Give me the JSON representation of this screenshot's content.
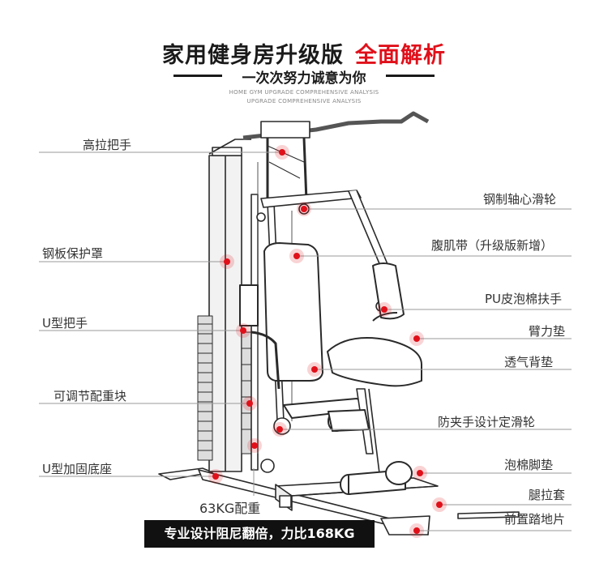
{
  "header": {
    "title_main": "家用健身房升级版",
    "title_highlight": "全面解析",
    "subtitle": "一次次努力诚意为你",
    "en_line1": "HOME GYM UPGRADE COMPREHENSIVE ANALYSIS",
    "en_line2": "UPGRADE COMPREHENSIVE ANALYSIS"
  },
  "labels": {
    "high_pull_handle": "高拉把手",
    "steel_guard": "钢板保护罩",
    "u_handle": "U型把手",
    "adjustable_weight": "可调节配重块",
    "u_base": "U型加固底座",
    "weight_63kg": "63KG配重",
    "steel_pulley": "钢制轴心滑轮",
    "ab_strap": "腹肌带（升级版新增）",
    "pu_foam_handle": "PU皮泡棉扶手",
    "arm_pad": "臂力垫",
    "back_pad": "透气背垫",
    "anti_pinch_pulley": "防夹手设计定滑轮",
    "foam_foot_pad": "泡棉脚垫",
    "leg_sleeve": "腿拉套",
    "front_foot_plate": "前置踏地片"
  },
  "banner": {
    "text": "专业设计阻尼翻倍，力比168KG"
  },
  "colors": {
    "accent_red": "#e0101a",
    "line_gray": "#9a9a9a",
    "banner_bg": "#111111"
  }
}
